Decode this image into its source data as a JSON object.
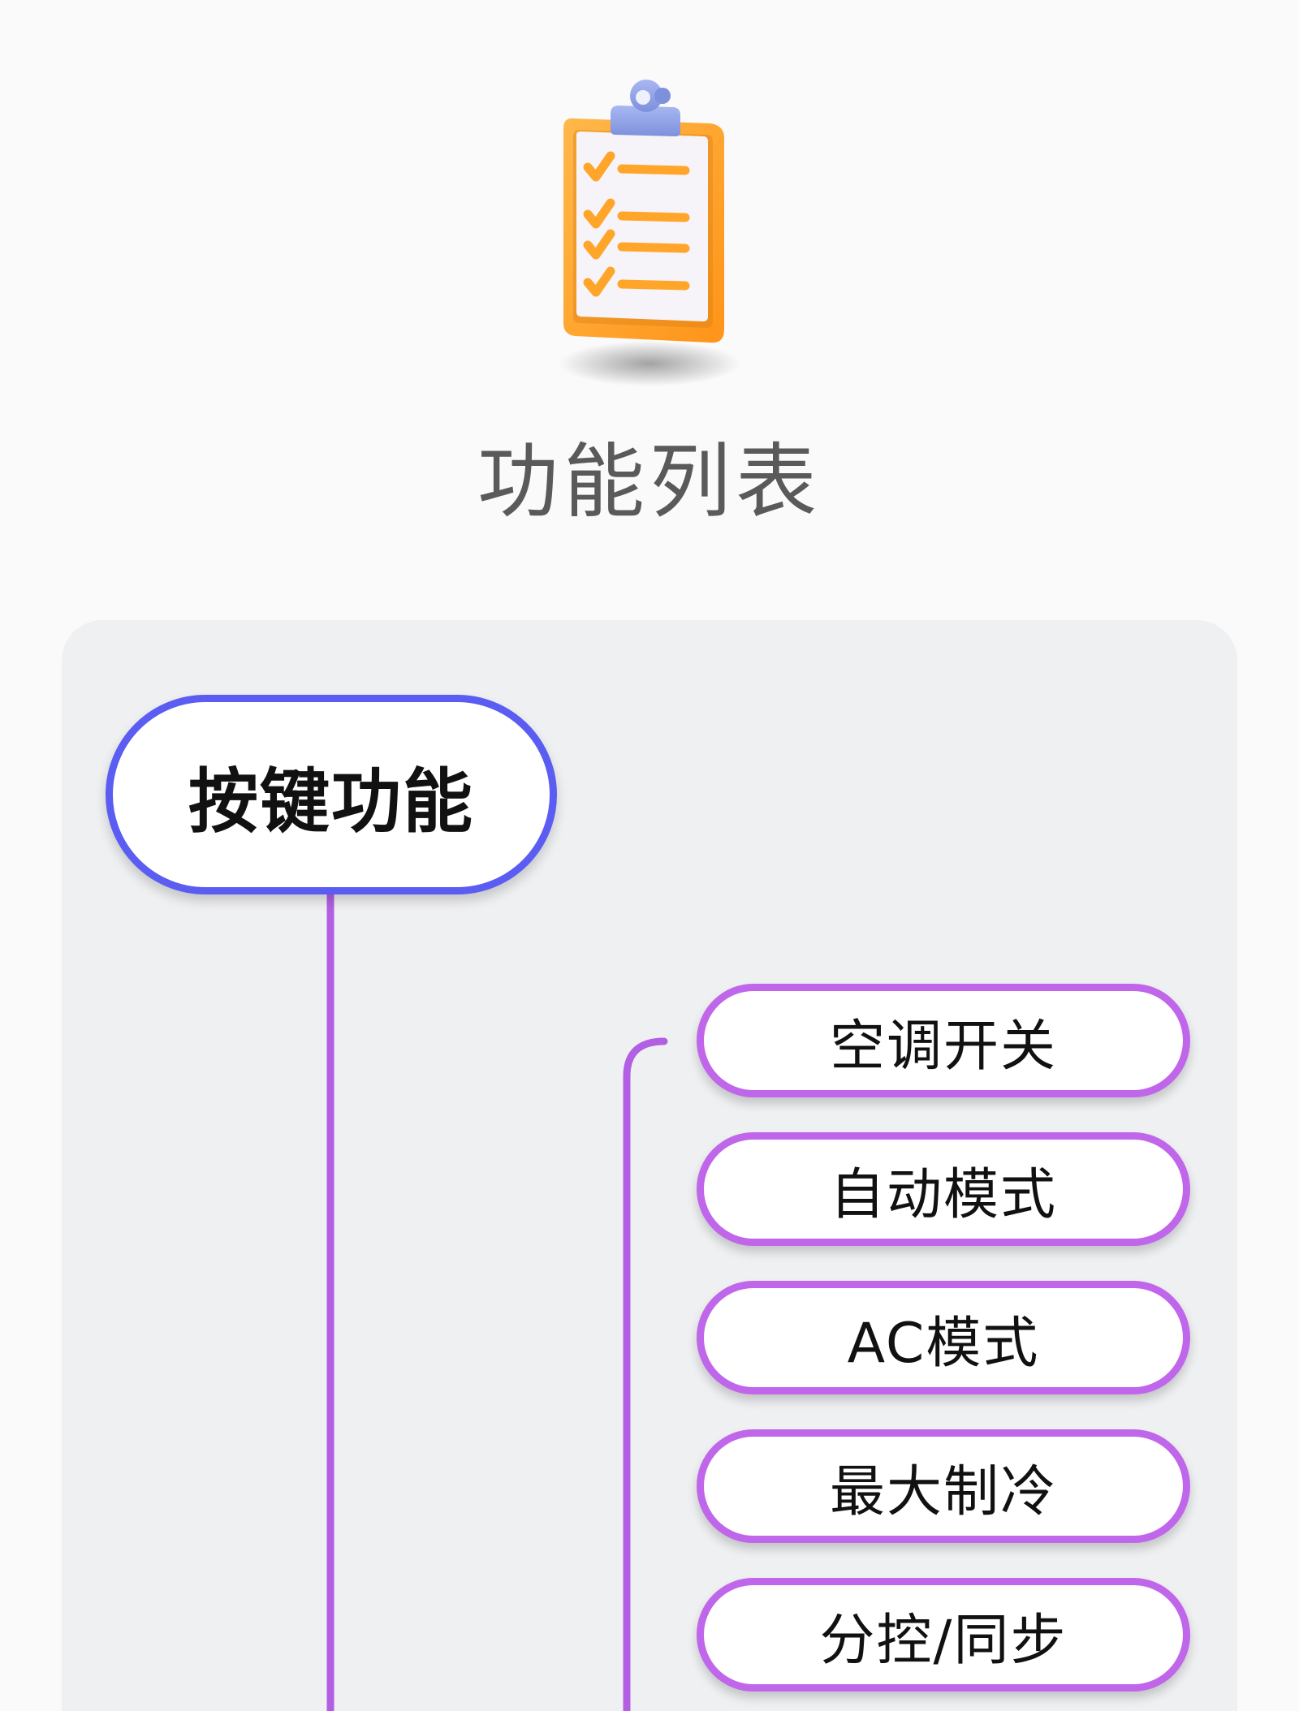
{
  "page": {
    "title": "功能列表"
  },
  "mindmap": {
    "root_label": "按键功能",
    "children": [
      "空调开关",
      "自动模式",
      "AC模式",
      "最大制冷",
      "分控/同步"
    ]
  },
  "colors": {
    "root_border": "#5a5cf2",
    "child_border": "#c066ea",
    "connector": "#b35fe3",
    "panel_bg": "#eff0f2",
    "page_bg": "#fafafb",
    "clipboard_orange": "#ffa52a",
    "clip_blue": "#8ea2e8"
  },
  "icons": {
    "hero": "clipboard-checklist-icon"
  }
}
